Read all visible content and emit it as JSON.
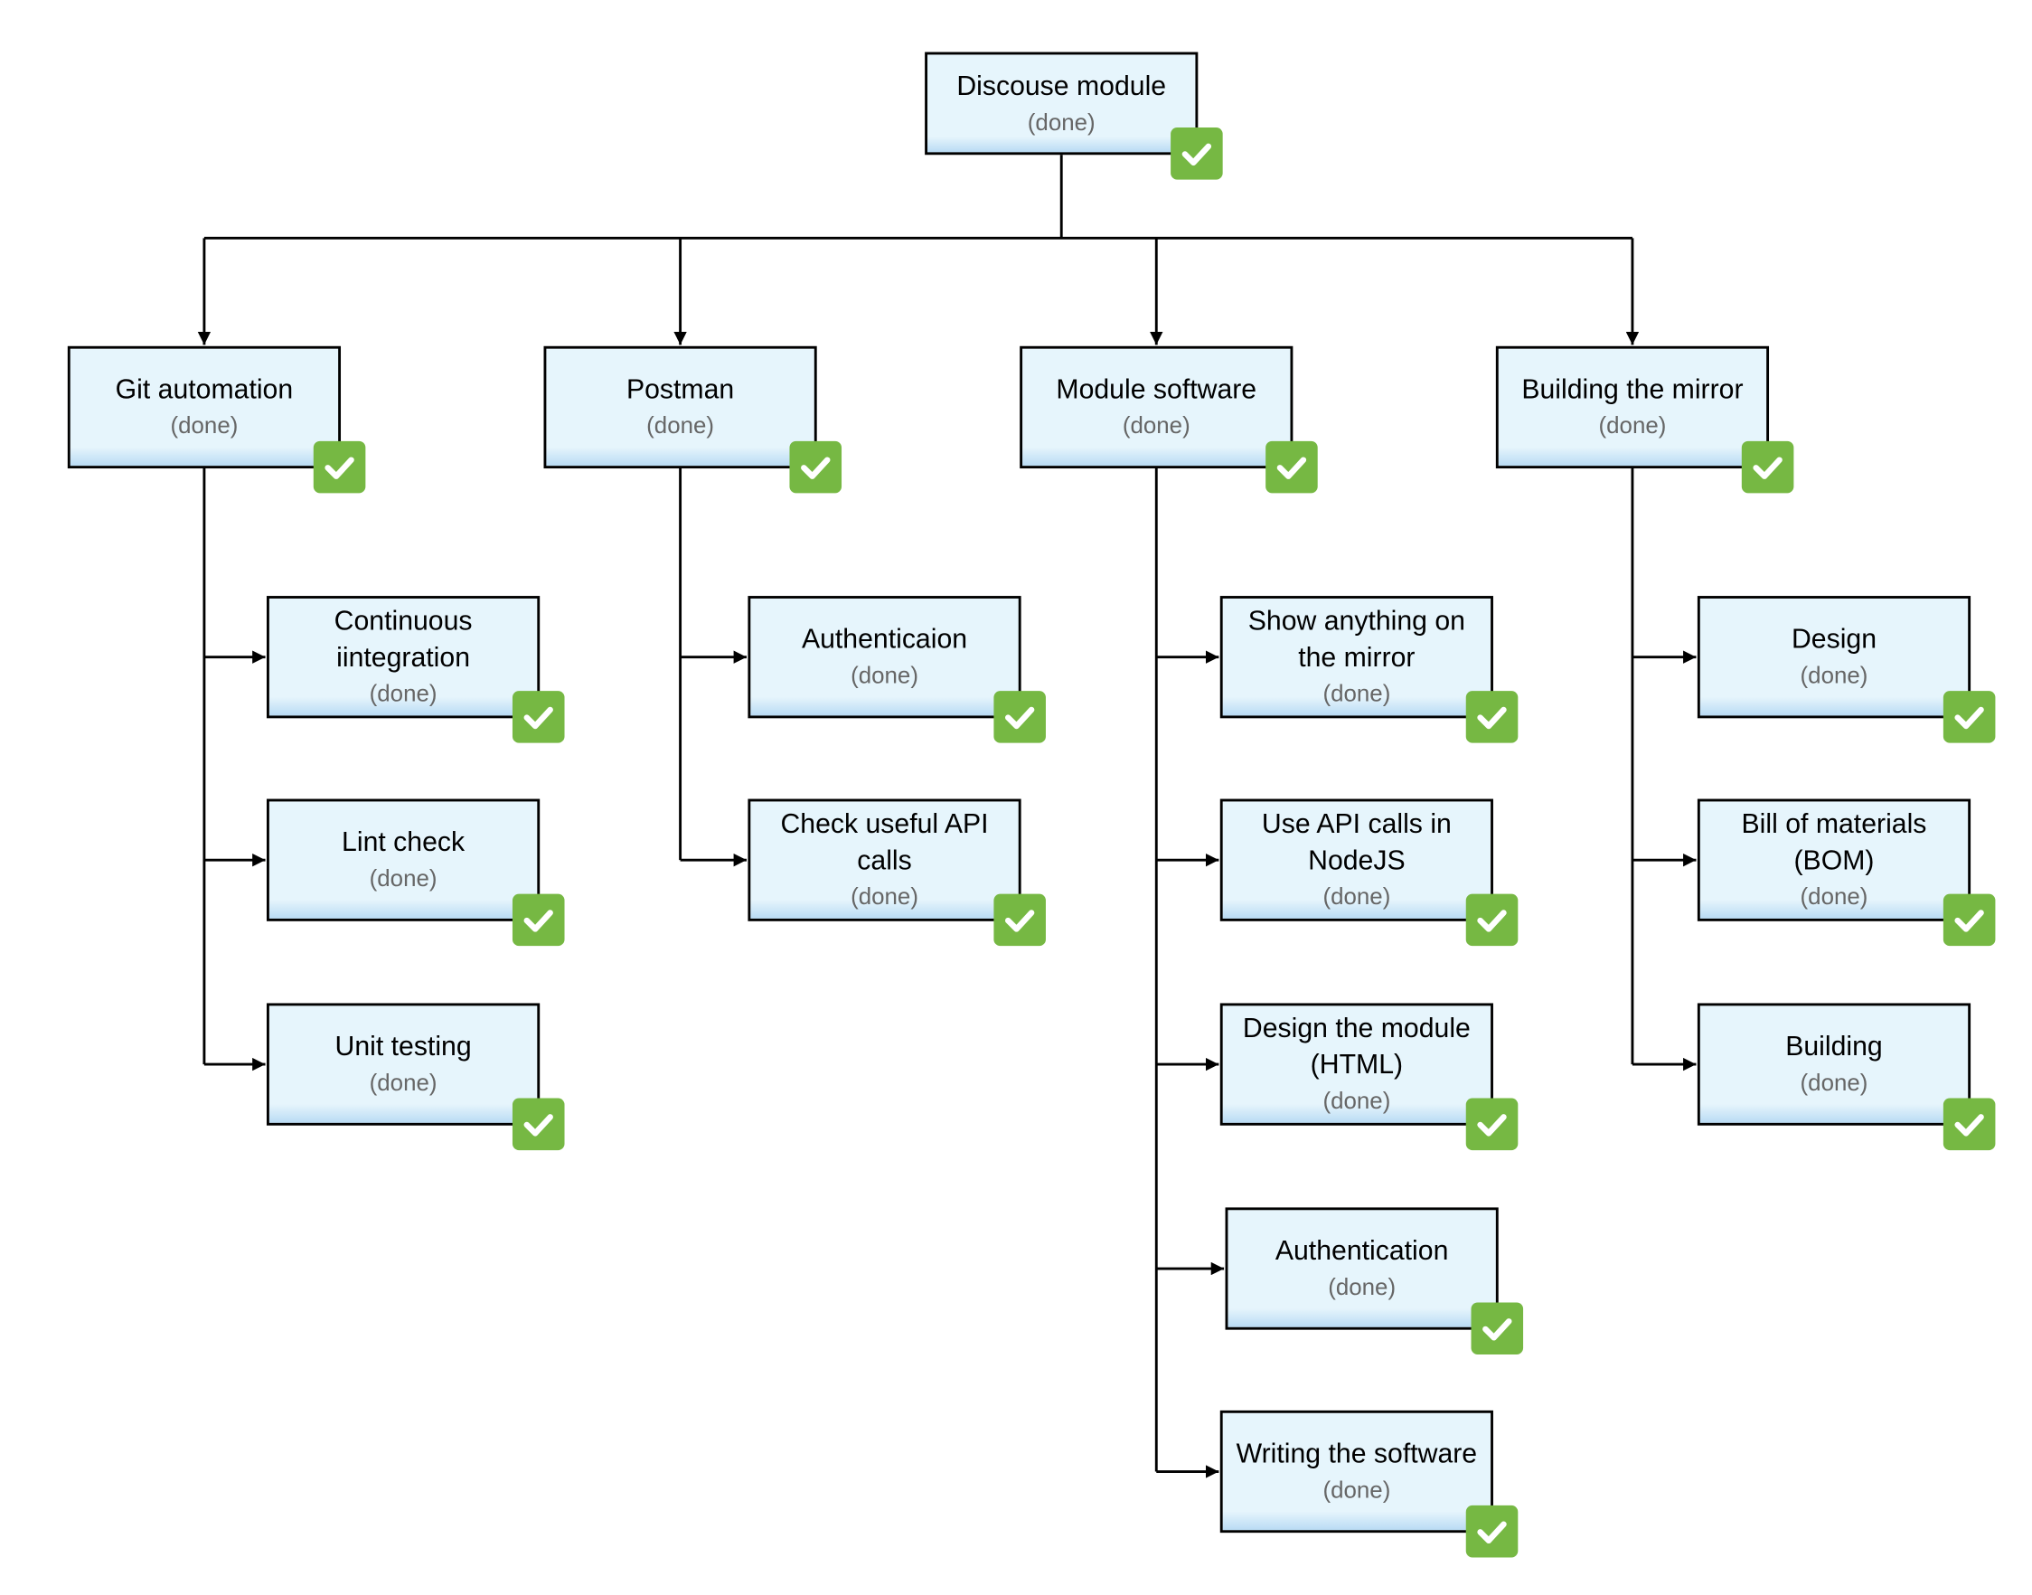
{
  "diagram": {
    "root": {
      "title": "Discouse module",
      "status": "(done)"
    },
    "branches": [
      {
        "title": "Git automation",
        "status": "(done)",
        "children": [
          {
            "title": "Continuous iintegration",
            "status": "(done)"
          },
          {
            "title": "Lint check",
            "status": "(done)"
          },
          {
            "title": "Unit testing",
            "status": "(done)"
          }
        ]
      },
      {
        "title": "Postman",
        "status": "(done)",
        "children": [
          {
            "title": "Authenticaion",
            "status": "(done)"
          },
          {
            "title": "Check useful API calls",
            "status": "(done)"
          }
        ]
      },
      {
        "title": "Module software",
        "status": "(done)",
        "children": [
          {
            "title": "Show anything on the mirror",
            "status": "(done)"
          },
          {
            "title": "Use API calls in NodeJS",
            "status": "(done)"
          },
          {
            "title": "Design the module (HTML)",
            "status": "(done)"
          },
          {
            "title": "Authentication",
            "status": "(done)"
          },
          {
            "title": "Writing the software",
            "status": "(done)"
          }
        ]
      },
      {
        "title": "Building the mirror",
        "status": "(done)",
        "children": [
          {
            "title": "Design",
            "status": "(done)"
          },
          {
            "title": "Bill of materials (BOM)",
            "status": "(done)"
          },
          {
            "title": "Building",
            "status": "(done)"
          }
        ]
      }
    ]
  },
  "colors": {
    "node_fill": "#e6f5fc",
    "node_border": "#000000",
    "check_badge": "#76b843",
    "status_text": "#666666"
  },
  "icons": {
    "status_badge": "checkmark-icon"
  }
}
